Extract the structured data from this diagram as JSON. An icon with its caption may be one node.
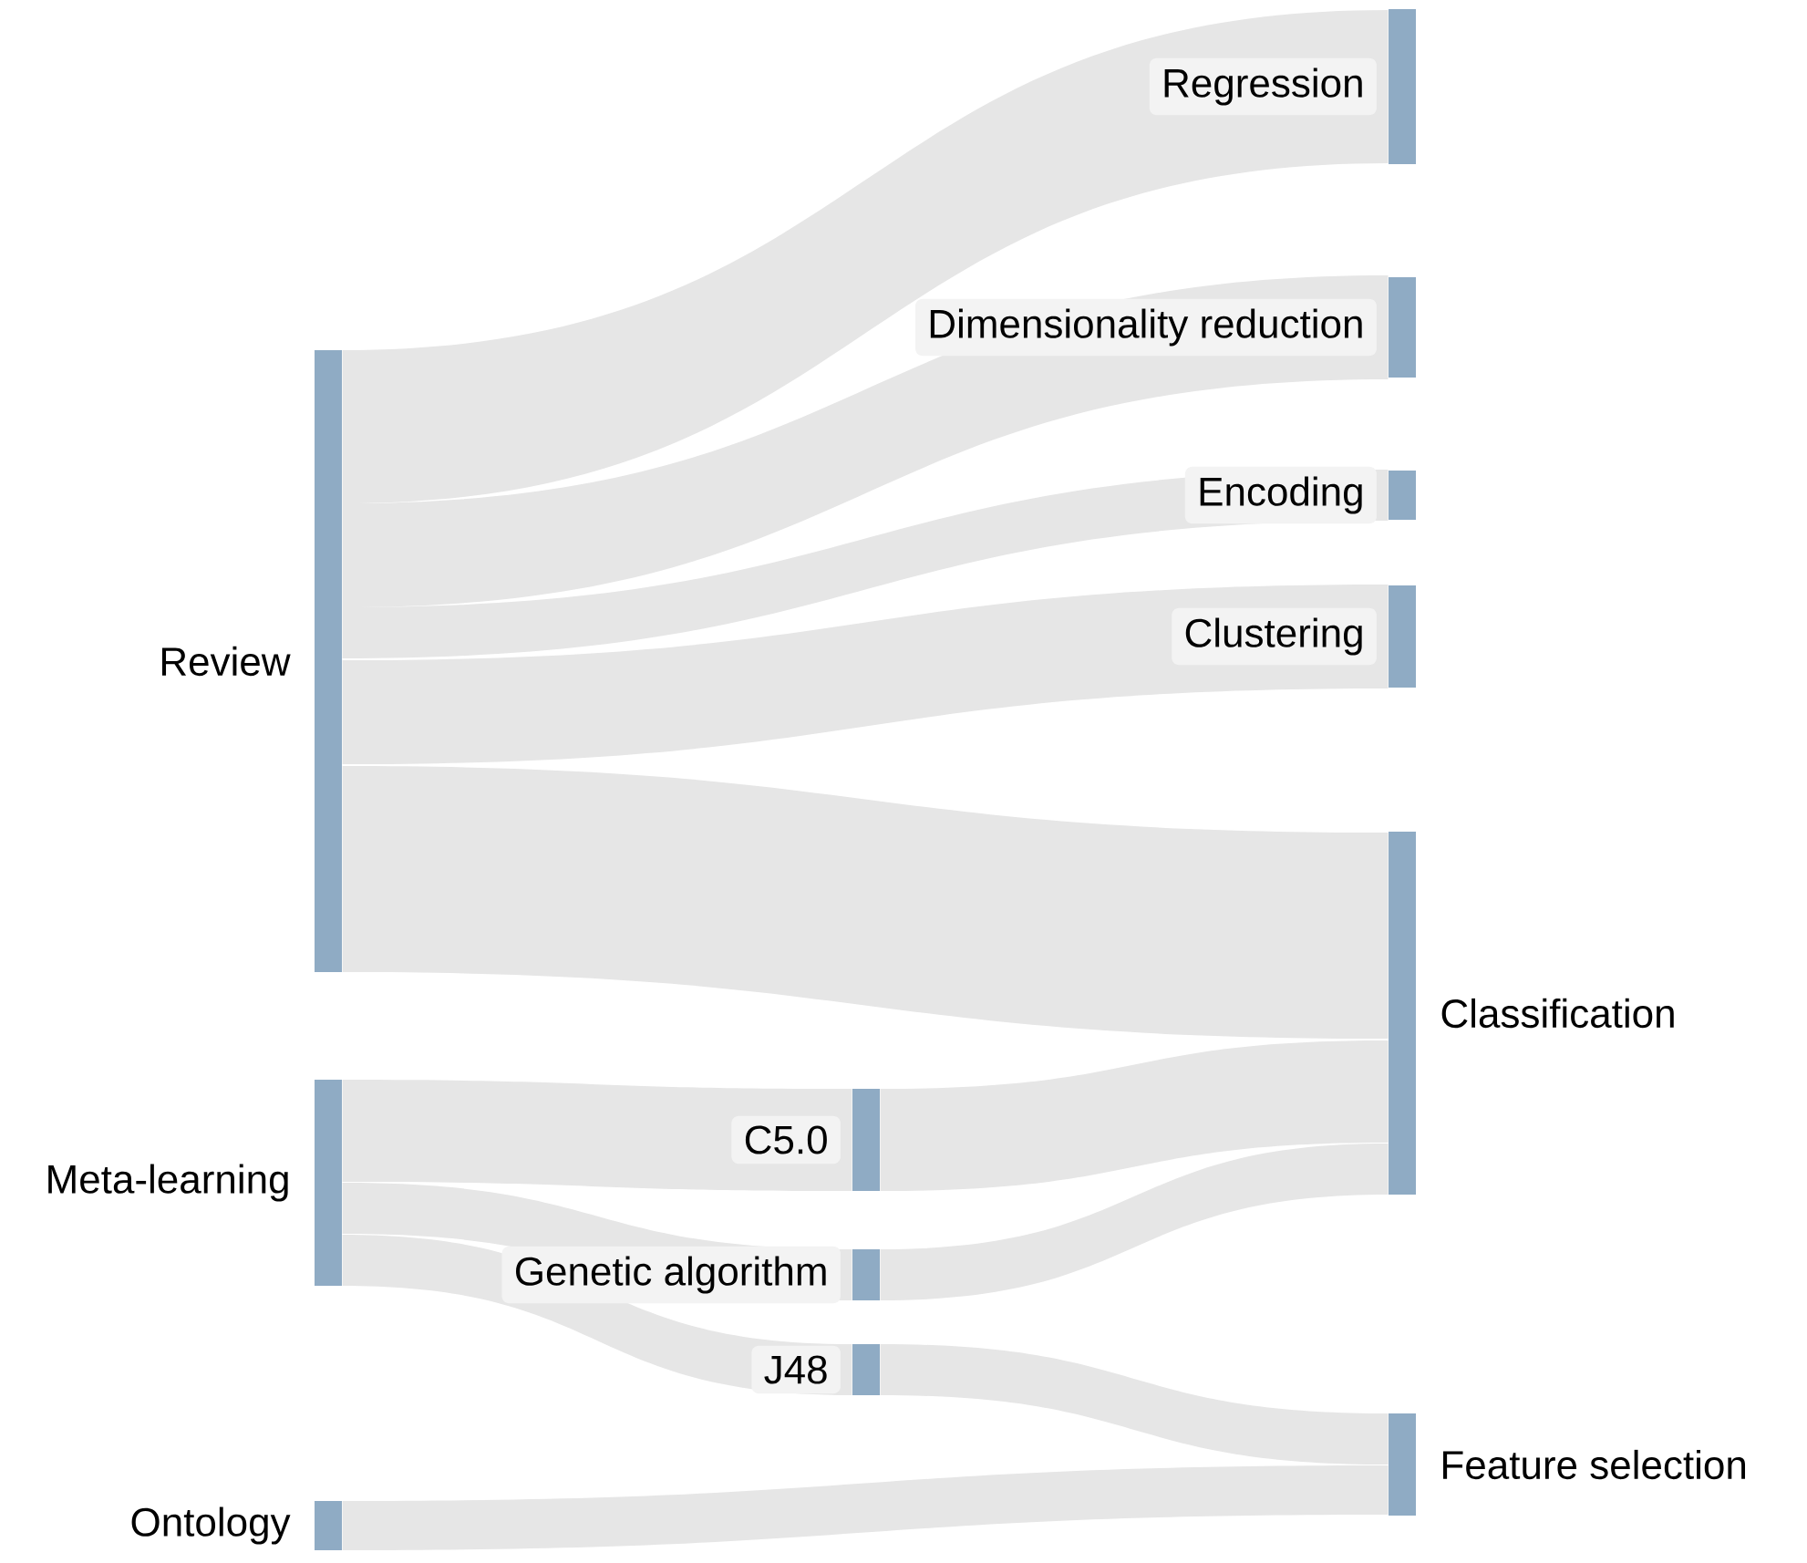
{
  "diagram": {
    "nodes": [
      {
        "text": [
          "Review"
        ]
      },
      {
        "text": [
          "Meta-learning"
        ]
      },
      {
        "text": [
          "Ontology"
        ]
      },
      {
        "text": [
          "C5.0"
        ]
      },
      {
        "text": [
          "Genetic algorithm"
        ]
      },
      {
        "text": [
          "J48"
        ]
      },
      {
        "text": [
          "Regression"
        ]
      },
      {
        "text": [
          "Dimensionality reduction"
        ]
      },
      {
        "text": [
          "Encoding"
        ]
      },
      {
        "text": [
          "Clustering"
        ]
      },
      {
        "text": [
          "Classification"
        ]
      },
      {
        "text": [
          "Feature selection"
        ]
      }
    ],
    "edges": [
      {
        "from": 0,
        "to": 6,
        "arrow": "none"
      },
      {
        "from": 0,
        "to": 7,
        "arrow": "none"
      },
      {
        "from": 0,
        "to": 8,
        "arrow": "none"
      },
      {
        "from": 0,
        "to": 9,
        "arrow": "none"
      },
      {
        "from": 0,
        "to": 10,
        "arrow": "none"
      },
      {
        "from": 1,
        "to": 3,
        "arrow": "none"
      },
      {
        "from": 1,
        "to": 4,
        "arrow": "none"
      },
      {
        "from": 1,
        "to": 5,
        "arrow": "none"
      },
      {
        "from": 3,
        "to": 10,
        "arrow": "none"
      },
      {
        "from": 4,
        "to": 10,
        "arrow": "none"
      },
      {
        "from": 5,
        "to": 11,
        "arrow": "none"
      },
      {
        "from": 2,
        "to": 11,
        "arrow": "none"
      }
    ]
  }
}
